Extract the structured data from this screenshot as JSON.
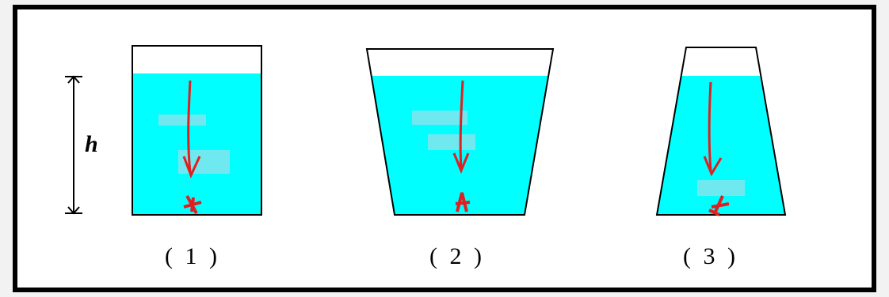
{
  "height_label": "h",
  "captions": [
    "( 1 )",
    "( 2 )",
    "( 3 )"
  ],
  "colors": {
    "water": "#00ffff",
    "water_light": "#6fe8f0",
    "arrow": "#e02020",
    "outline": "#000000",
    "border": "#000000"
  }
}
